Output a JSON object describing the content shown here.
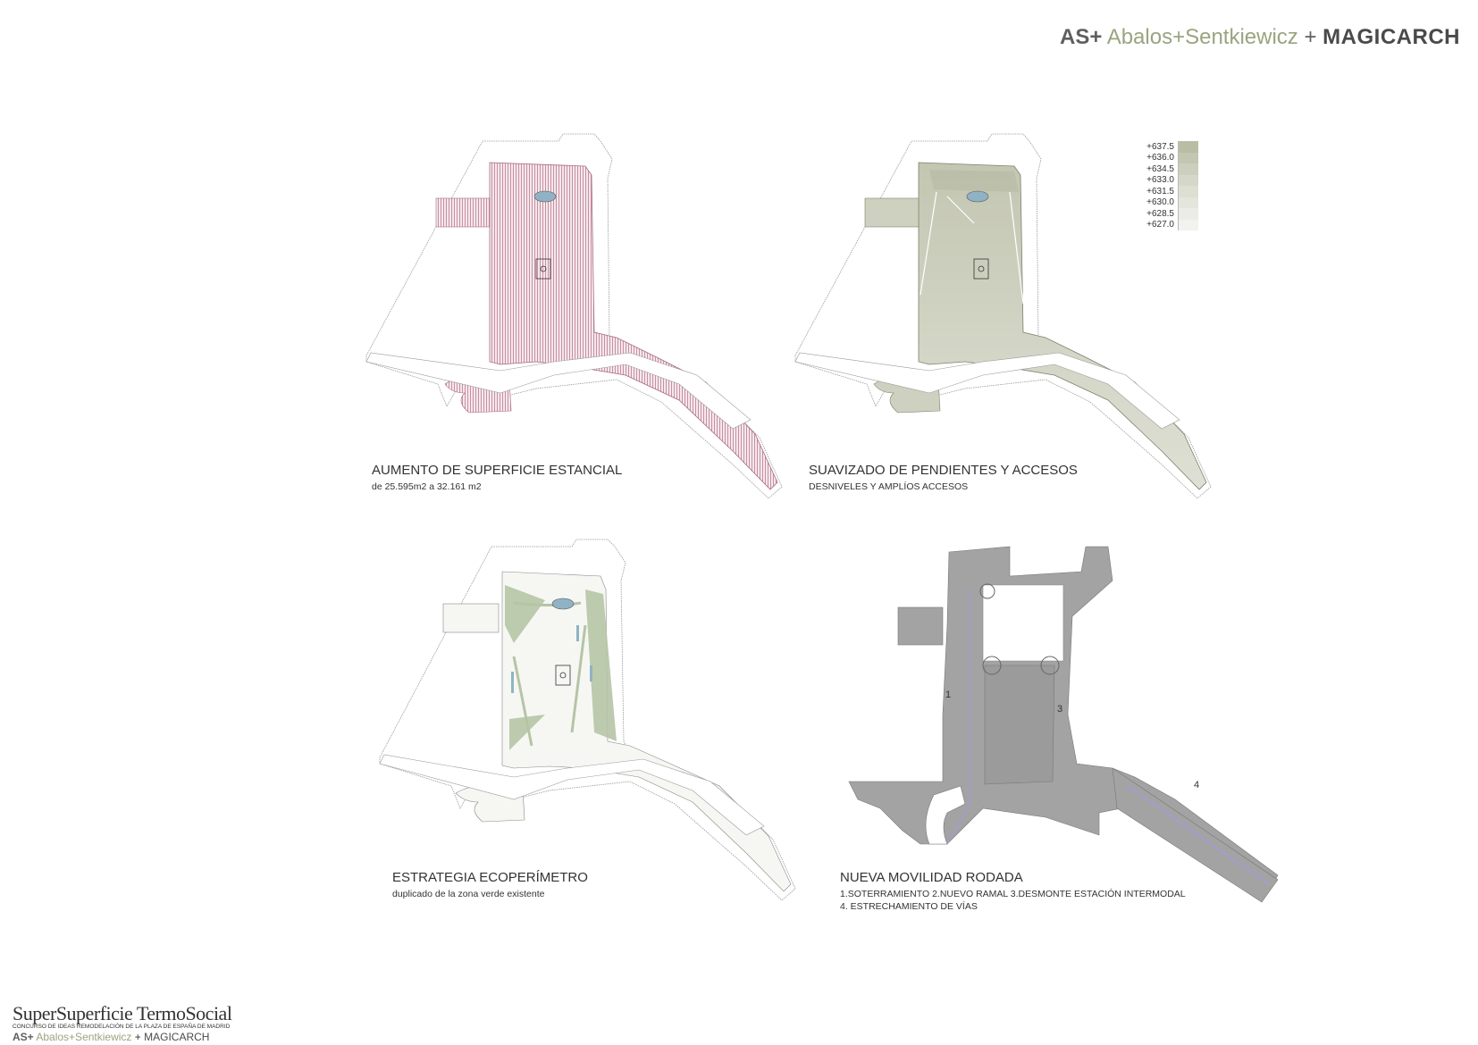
{
  "header": {
    "as": "AS+",
    "abalos": "Abalos+Sentkiewicz",
    "plus": "+",
    "magicarch": "MAGICARCH"
  },
  "panels": [
    {
      "title": "AUMENTO DE SUPERFICIE ESTANCIAL",
      "subtitle": "de 25.595m2  a 32.161 m2"
    },
    {
      "title": "SUAVIZADO DE PENDIENTES Y ACCESOS",
      "subtitle": "DESNIVELES Y AMPLÍOS ACCESOS"
    },
    {
      "title": "ESTRATEGIA ECOPERÍMETRO",
      "subtitle": "duplicado de la zona verde existente"
    },
    {
      "title": "NUEVA MOVILIDAD RODADA",
      "subtitle": "1.SOTERRAMIENTO 2.NUEVO RAMAL 3.DESMONTE ESTACIÓN INTERMODAL",
      "subtitle2": "4. ESTRECHAMIENTO DE VÍAS"
    }
  ],
  "legend": {
    "items": [
      {
        "label": "+637.5",
        "color": "#b9bda6"
      },
      {
        "label": "+636.0",
        "color": "#c3c6b1"
      },
      {
        "label": "+634.5",
        "color": "#cccfbd"
      },
      {
        "label": "+633.0",
        "color": "#d5d7c8"
      },
      {
        "label": "+631.5",
        "color": "#dddfd3"
      },
      {
        "label": "+630.0",
        "color": "#e4e5dc"
      },
      {
        "label": "+628.5",
        "color": "#ebece5"
      },
      {
        "label": "+627.0",
        "color": "#f2f2ee"
      }
    ]
  },
  "mobility_labels": {
    "n1": "1",
    "n3": "3",
    "n4": "4"
  },
  "footer": {
    "title": "SuperSuperficie TermoSocial",
    "subtitle": "CONCURSO DE IDEAS  REMODELACIÓN DE LA PLAZA DE ESPAÑA DE MADRID",
    "as": "AS+",
    "abalos": "Abalos+Sentkiewicz",
    "plus": "+",
    "magicarch": "MAGICARCH"
  },
  "colors": {
    "hatch_pink": "#c98fa3",
    "elevation_green": "#c9ccb8",
    "eco_green": "#b6c4a6",
    "road_grey": "#a3a3a3",
    "water": "#8fb3c4"
  }
}
